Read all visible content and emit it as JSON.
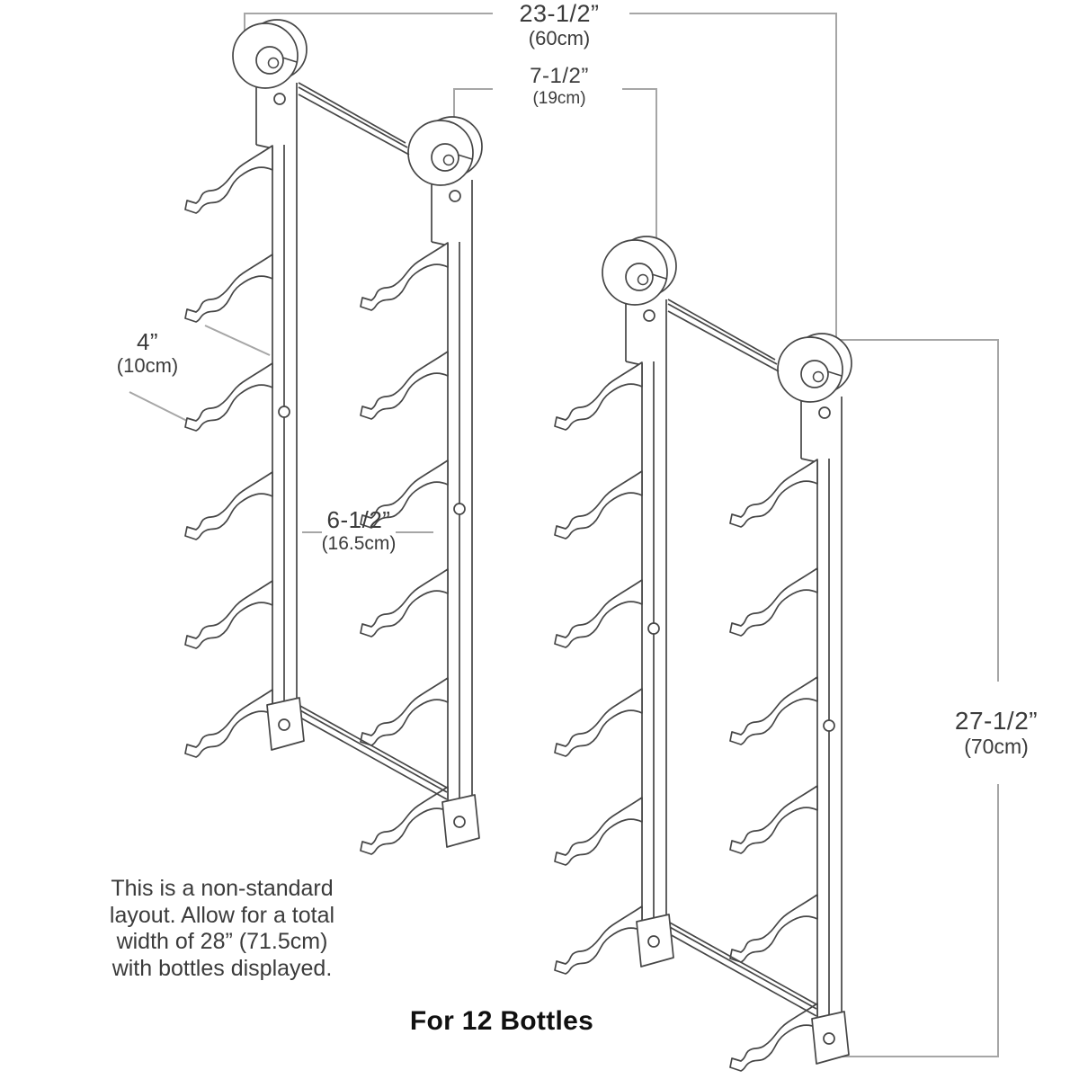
{
  "diagram": {
    "background": "#ffffff",
    "stroke_color": "#464646",
    "dimension_line_color": "#a6a6a6",
    "label_color": "#3b3b3b",
    "caption_color": "#101010"
  },
  "labels": {
    "overall_width": {
      "imperial": "23-1/2”",
      "metric": "(60cm)"
    },
    "gap_width": {
      "imperial": "7-1/2”",
      "metric": "(19cm)"
    },
    "cradle_depth": {
      "imperial": "4”",
      "metric": "(10cm)"
    },
    "rail_spacing": {
      "imperial": "6-1/2”",
      "metric": "(16.5cm)"
    },
    "rack_height": {
      "imperial": "27-1/2”",
      "metric": "(70cm)"
    }
  },
  "note": {
    "line1": "This is a non-standard",
    "line2": "layout. Allow for a total",
    "line3": "width of 28” (71.5cm)",
    "line4": "with bottles displayed."
  },
  "caption": "For 12 Bottles"
}
